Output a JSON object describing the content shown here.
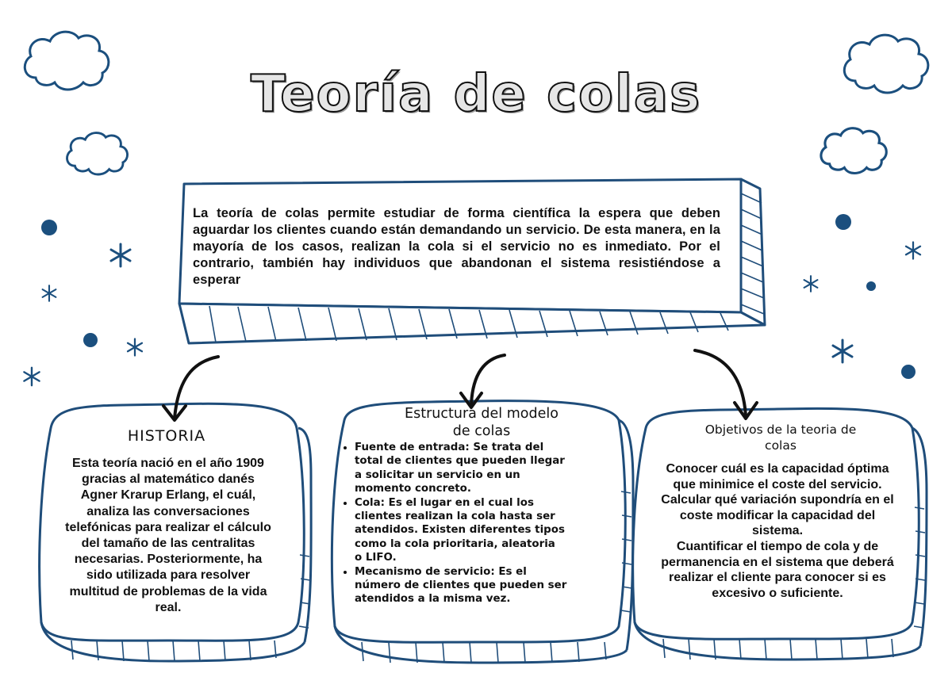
{
  "title": "Teoría de colas",
  "intro": "La teoría de colas permite estudiar de forma científica la espera que deben aguardar los clientes cuando están demandando un servicio. De esta manera, en la mayoría de los casos, realizan la cola si el servicio no es inmediato. Por el contrario, también hay individuos que abandonan el sistema resistiéndose a esperar",
  "historia": {
    "title": "HISTORIA",
    "lines": [
      "Esta teoría nació en el año 1909",
      "gracias al matemático danés",
      "Agner Krarup Erlang, el cuál,",
      "analiza las conversaciones",
      "telefónicas para realizar el cálculo",
      "del tamaño de las centralitas",
      "necesarias. Posteriormente, ha",
      "sido utilizada para resolver",
      "multitud de problemas de la vida",
      "real."
    ]
  },
  "estructura": {
    "title_line1": "Estructura del modelo",
    "title_line2": "de colas",
    "items": [
      {
        "lines": [
          "Fuente de entrada: Se trata del",
          "total de clientes que pueden llegar",
          "a solicitar un servicio en un",
          "momento concreto."
        ]
      },
      {
        "lines": [
          "Cola: Es el lugar en el cual los",
          "clientes realizan la cola hasta ser",
          "atendidos. Existen diferentes tipos",
          "como la cola prioritaria, aleatoria",
          "o LIFO."
        ]
      },
      {
        "lines": [
          "Mecanismo de servicio: Es el",
          "número de clientes que pueden ser",
          "atendidos a la misma vez."
        ]
      }
    ]
  },
  "objetivos": {
    "title_line1": "Objetivos de la teoria de",
    "title_line2": "colas",
    "lines": [
      "Conocer cuál es la capacidad óptima",
      "que minimice el coste del servicio.",
      "Calcular qué variación supondría en el",
      "coste modificar la capacidad del",
      "sistema.",
      "Cuantificar el tiempo de cola y de",
      "permanencia en el sistema que deberá",
      "realizar el cliente para conocer si es",
      "excesivo o suficiente."
    ]
  },
  "colors": {
    "ink": "#111111",
    "box_outline": "#1f4d7a",
    "decoration": "#1b4f7e"
  }
}
